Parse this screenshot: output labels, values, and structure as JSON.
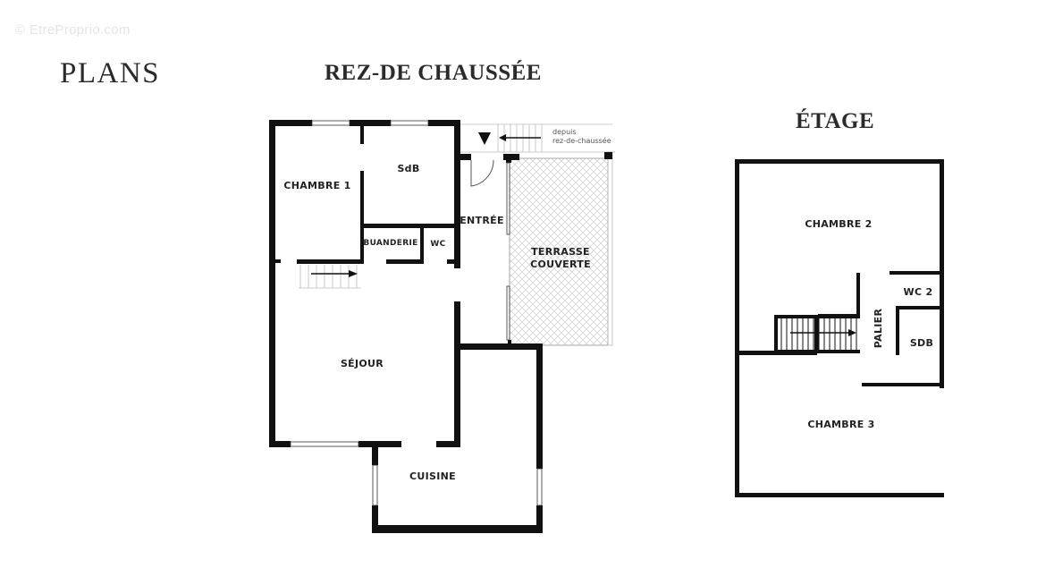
{
  "watermark": "© EtreProprio.com",
  "titles": {
    "plans": "PLANS",
    "ground_floor": "REZ-DE CHAUSSÉE",
    "upper_floor": "ÉTAGE"
  },
  "ground_floor": {
    "rooms": {
      "chambre1": "CHAMBRE 1",
      "sdb": "SdB",
      "entree": "ENTRÉE",
      "buanderie": "BUANDERIE",
      "wc": "WC",
      "terrasse_line1": "TERRASSE",
      "terrasse_line2": "COUVERTE",
      "sejour": "SÉJOUR",
      "cuisine": "CUISINE"
    },
    "stairs_note_line1": "depuis",
    "stairs_note_line2": "rez-de-chaussée"
  },
  "upper_floor": {
    "rooms": {
      "chambre2": "CHAMBRE 2",
      "wc2": "WC 2",
      "palier": "PALIER",
      "sdb": "SDB",
      "chambre3": "CHAMBRE 3"
    }
  },
  "colors": {
    "wall": "#111111",
    "hatch": "#cfcfcf",
    "text": "#222222"
  }
}
